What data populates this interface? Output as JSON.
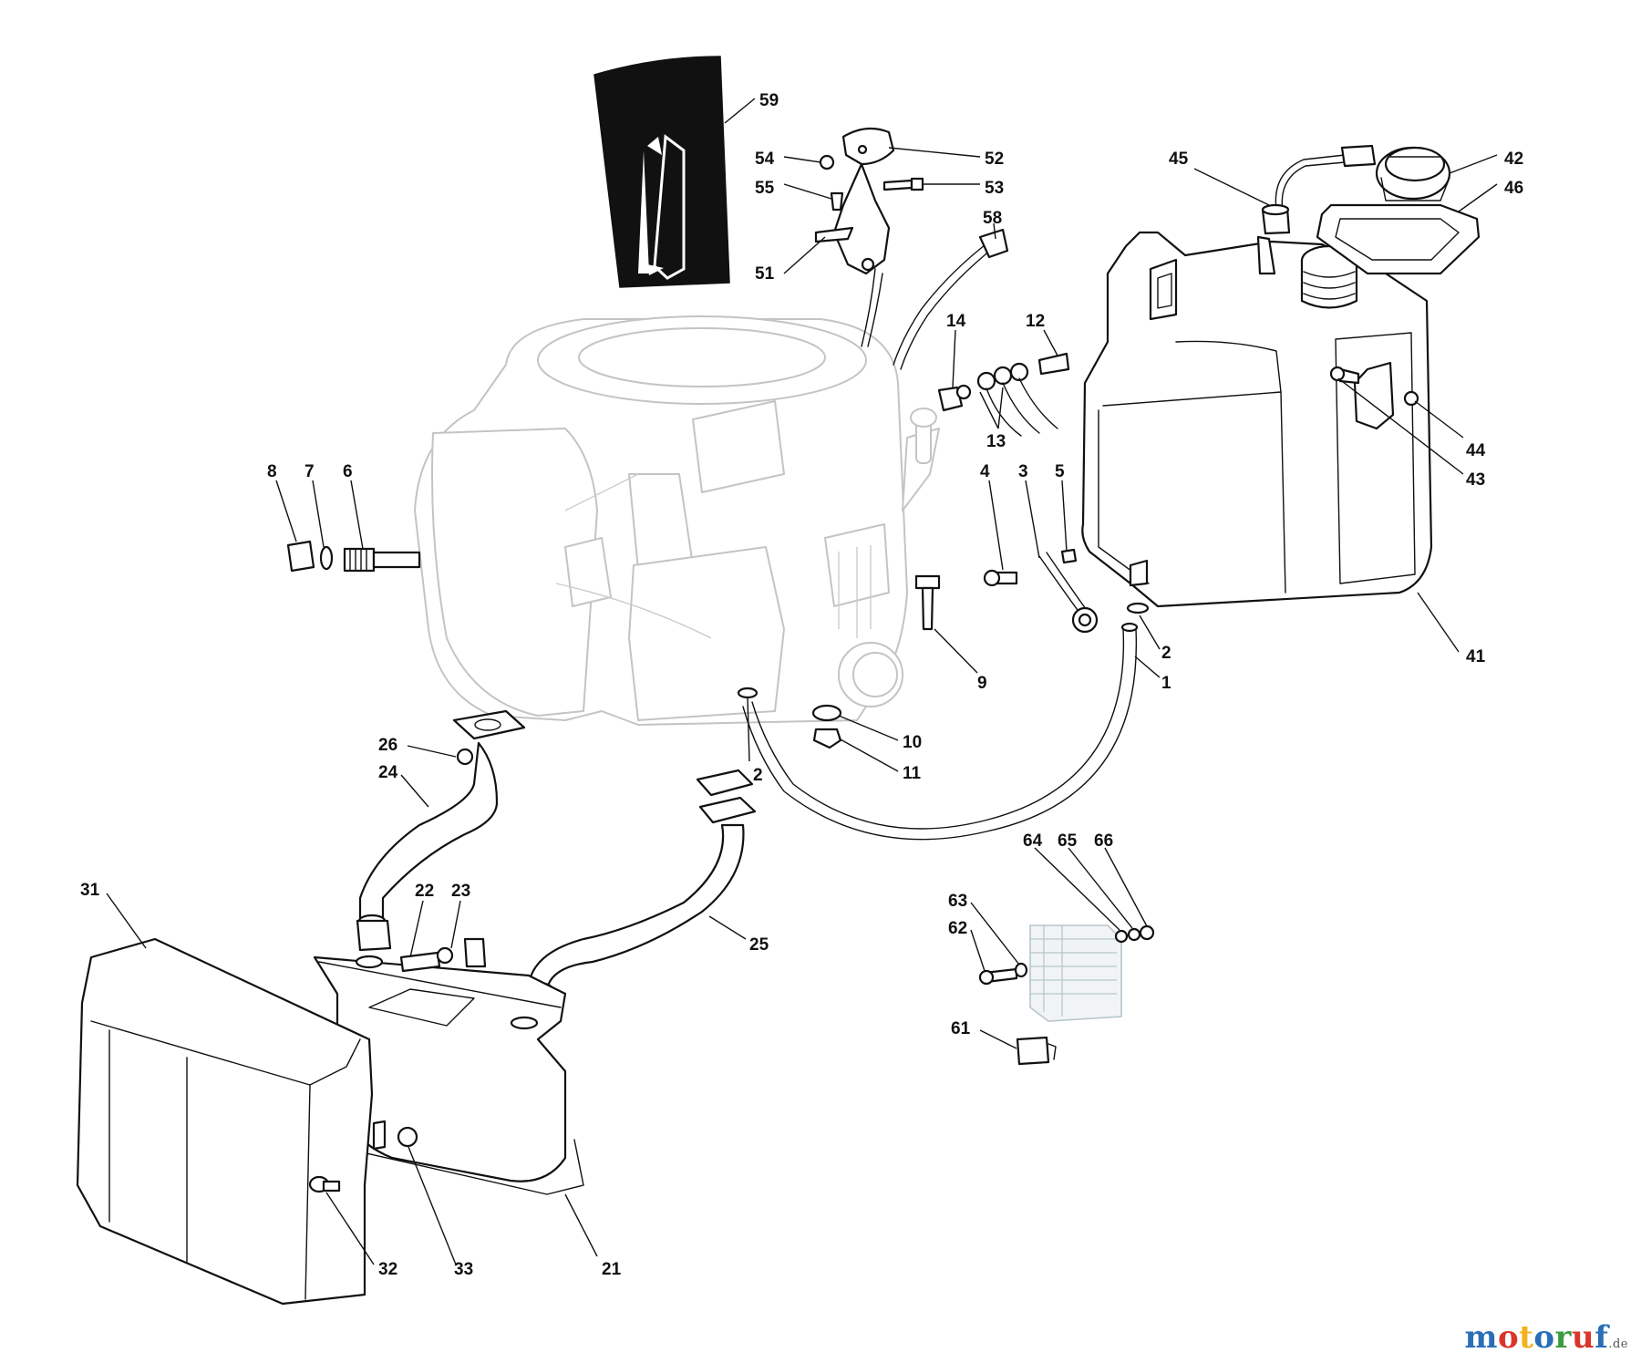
{
  "callouts": [
    "1",
    "2",
    "2",
    "3",
    "4",
    "5",
    "6",
    "7",
    "8",
    "9",
    "10",
    "11",
    "12",
    "13",
    "14",
    "21",
    "22",
    "23",
    "24",
    "25",
    "26",
    "31",
    "32",
    "33",
    "41",
    "42",
    "43",
    "44",
    "45",
    "46",
    "51",
    "52",
    "53",
    "54",
    "55",
    "58",
    "59",
    "61",
    "62",
    "63",
    "64",
    "65",
    "66"
  ],
  "watermark": {
    "letters": [
      "m",
      "o",
      "t",
      "o",
      "r",
      "u",
      "f"
    ],
    "colors": [
      "#2a6fb6",
      "#d8362b",
      "#f2b21d",
      "#2a6fb6",
      "#3a9c3c",
      "#d8362b",
      "#2a6fb6"
    ],
    "tld": ".de"
  },
  "colors": {
    "ink": "#111111",
    "ghost": "#c4c4c4",
    "regulator": "#b7c6cb"
  }
}
